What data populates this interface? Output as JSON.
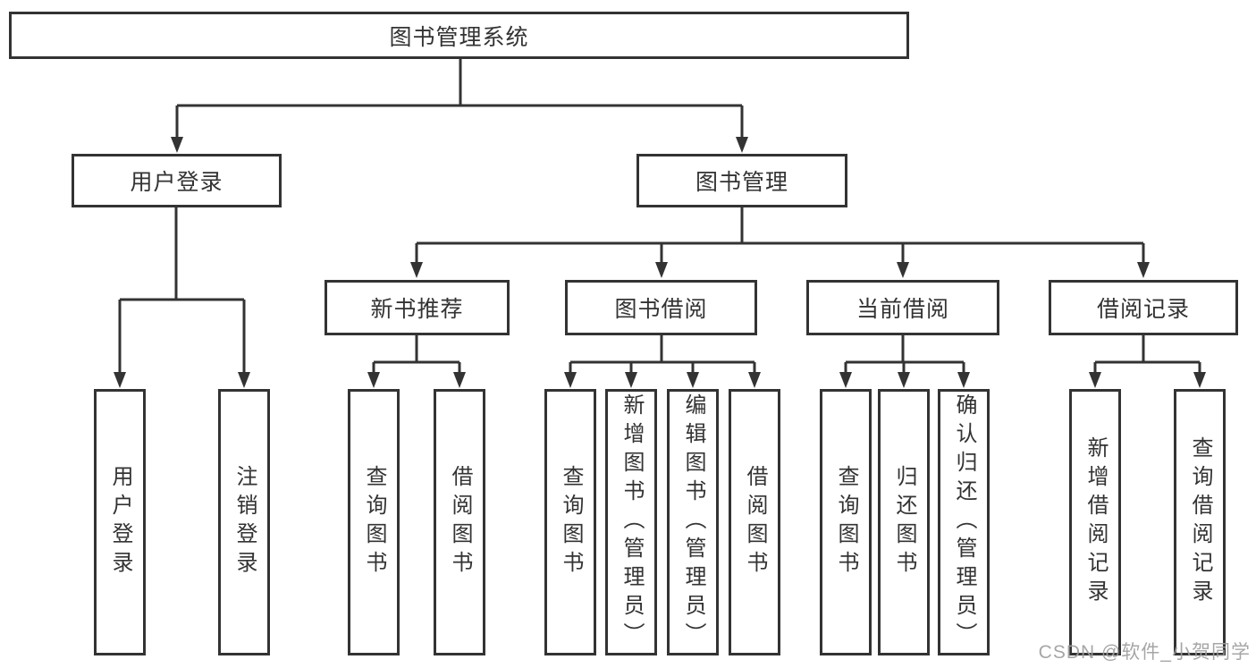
{
  "diagram": {
    "root": "图书管理系统",
    "level2": [
      "用户登录",
      "图书管理"
    ],
    "level3": [
      "新书推荐",
      "图书借阅",
      "当前借阅",
      "借阅记录"
    ],
    "leaves_login": [
      "用户登录",
      "注销登录"
    ],
    "leaves_new_book": [
      "查询图书",
      "借阅图书"
    ],
    "leaves_borrow": [
      "查询图书",
      "新增图书（管理员）",
      "编辑图书（管理员）",
      "借阅图书"
    ],
    "leaves_current": [
      "查询图书",
      "归还图书",
      "确认归还（管理员）"
    ],
    "leaves_records": [
      "新增借阅记录",
      "查询借阅记录"
    ]
  },
  "watermark": {
    "text": "CSDN @软件_小贺同学"
  }
}
